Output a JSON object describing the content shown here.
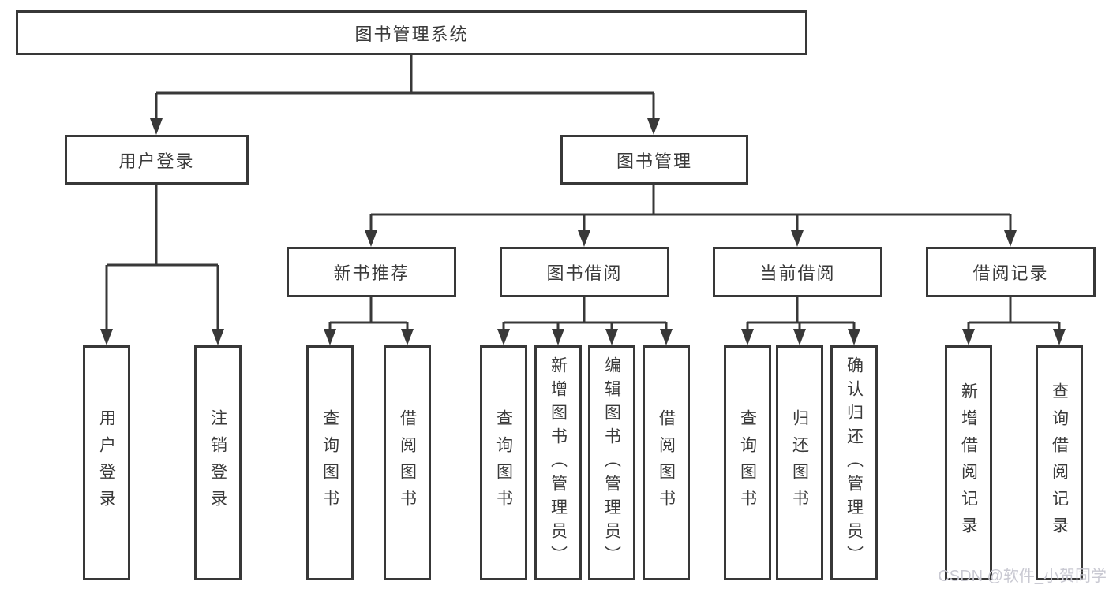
{
  "diagram": {
    "root": {
      "label": "图书管理系统"
    },
    "level2": [
      {
        "label": "用户登录"
      },
      {
        "label": "图书管理"
      }
    ],
    "level3": [
      {
        "parent": "图书管理",
        "label": "新书推荐"
      },
      {
        "parent": "图书管理",
        "label": "图书借阅"
      },
      {
        "parent": "图书管理",
        "label": "当前借阅"
      },
      {
        "parent": "图书管理",
        "label": "借阅记录"
      }
    ],
    "level4": [
      {
        "parent": "用户登录",
        "label": "用户登录"
      },
      {
        "parent": "用户登录",
        "label": "注销登录"
      },
      {
        "parent": "新书推荐",
        "label": "查询图书"
      },
      {
        "parent": "新书推荐",
        "label": "借阅图书"
      },
      {
        "parent": "图书借阅",
        "label": "查询图书"
      },
      {
        "parent": "图书借阅",
        "label": "新增图书（管理员）"
      },
      {
        "parent": "图书借阅",
        "label": "编辑图书（管理员）"
      },
      {
        "parent": "图书借阅",
        "label": "借阅图书"
      },
      {
        "parent": "当前借阅",
        "label": "查询图书"
      },
      {
        "parent": "当前借阅",
        "label": "归还图书"
      },
      {
        "parent": "当前借阅",
        "label": "确认归还（管理员）"
      },
      {
        "parent": "借阅记录",
        "label": "新增借阅记录"
      },
      {
        "parent": "借阅记录",
        "label": "查询借阅记录"
      }
    ]
  },
  "watermark": {
    "text": "CSDN @软件_小贺同学"
  },
  "colors": {
    "line": "#383838",
    "text": "#3a3a3a",
    "box_background": "#ffffff",
    "page_background": "#ffffff",
    "watermark": "#c9c9d2"
  }
}
